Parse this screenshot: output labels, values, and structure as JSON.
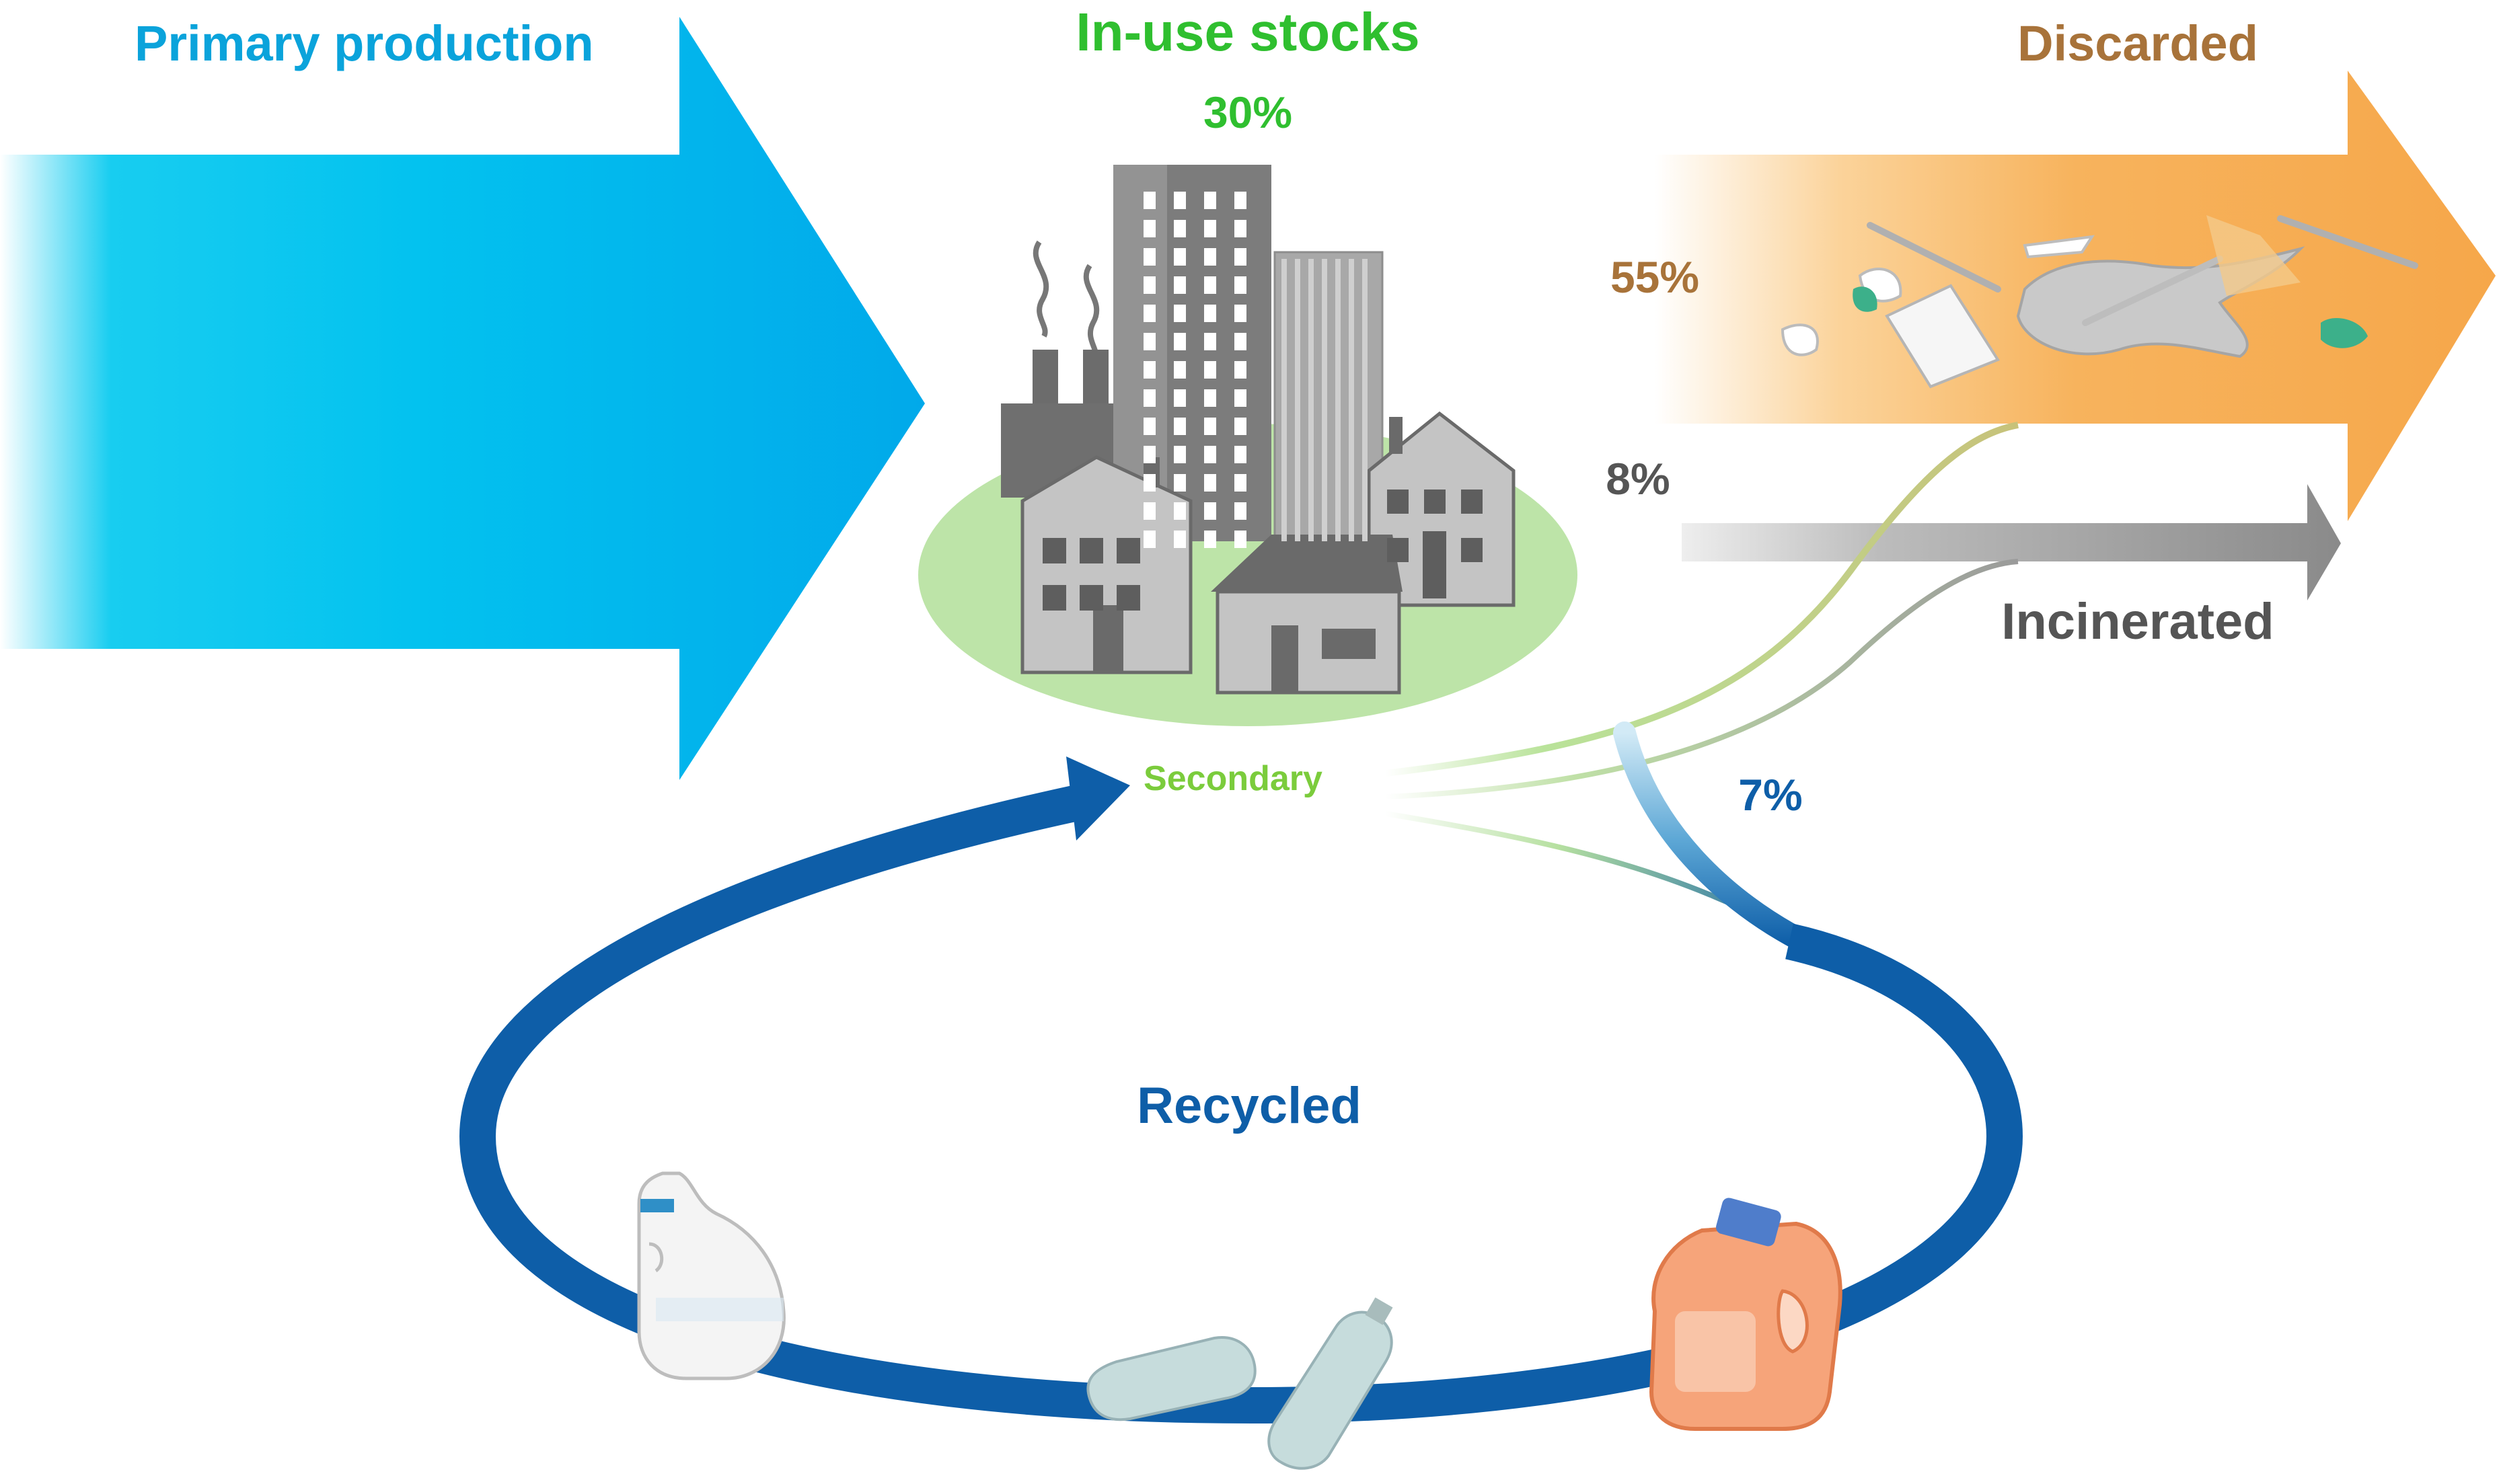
{
  "flows": {
    "primary_production": {
      "label": "Primary production",
      "color": "#0aa3db"
    },
    "in_use_stocks": {
      "label": "In-use stocks",
      "percent": "30%",
      "color": "#2fbf2f"
    },
    "discarded": {
      "label": "Discarded",
      "percent": "55%",
      "color": "#a8733a"
    },
    "incinerated": {
      "label": "Incinerated",
      "percent": "8%",
      "color": "#555555"
    },
    "recycled": {
      "label": "Recycled",
      "percent": "7%",
      "color": "#0e5ea8"
    },
    "secondary": {
      "label": "Secondary",
      "color": "#7bcc3c"
    }
  },
  "icons": {
    "city": "city-buildings-icon",
    "litter": "plastic-litter-icon",
    "milk_jug": "milk-jug-icon",
    "bottles": "plastic-bottles-icon",
    "detergent": "detergent-bottle-icon"
  }
}
